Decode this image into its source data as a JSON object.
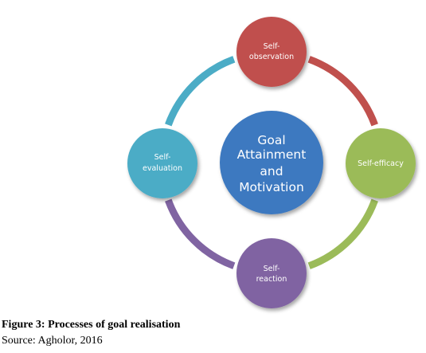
{
  "diagram": {
    "center": {
      "lines": [
        "Goal",
        "Attainment",
        "and",
        "Motivation"
      ],
      "color": "#3e79c0"
    },
    "nodes": [
      {
        "id": "observation",
        "lines": [
          "Self-",
          "observation"
        ],
        "color": "#c0504d"
      },
      {
        "id": "efficacy",
        "lines": [
          "Self-efficacy"
        ],
        "color": "#9bbb59"
      },
      {
        "id": "reaction",
        "lines": [
          "Self-",
          "reaction"
        ],
        "color": "#8064a2"
      },
      {
        "id": "evaluation",
        "lines": [
          "Self-",
          "evaluation"
        ],
        "color": "#4bacc6"
      }
    ],
    "connectors": [
      {
        "from": "observation",
        "to": "efficacy",
        "color": "#c0504d"
      },
      {
        "from": "efficacy",
        "to": "reaction",
        "color": "#9bbb59"
      },
      {
        "from": "reaction",
        "to": "evaluation",
        "color": "#8064a2"
      },
      {
        "from": "evaluation",
        "to": "observation",
        "color": "#4bacc6"
      }
    ]
  },
  "caption": {
    "title": "Figure 3: Processes of goal realisation",
    "source": "Source: Agholor, 2016"
  }
}
